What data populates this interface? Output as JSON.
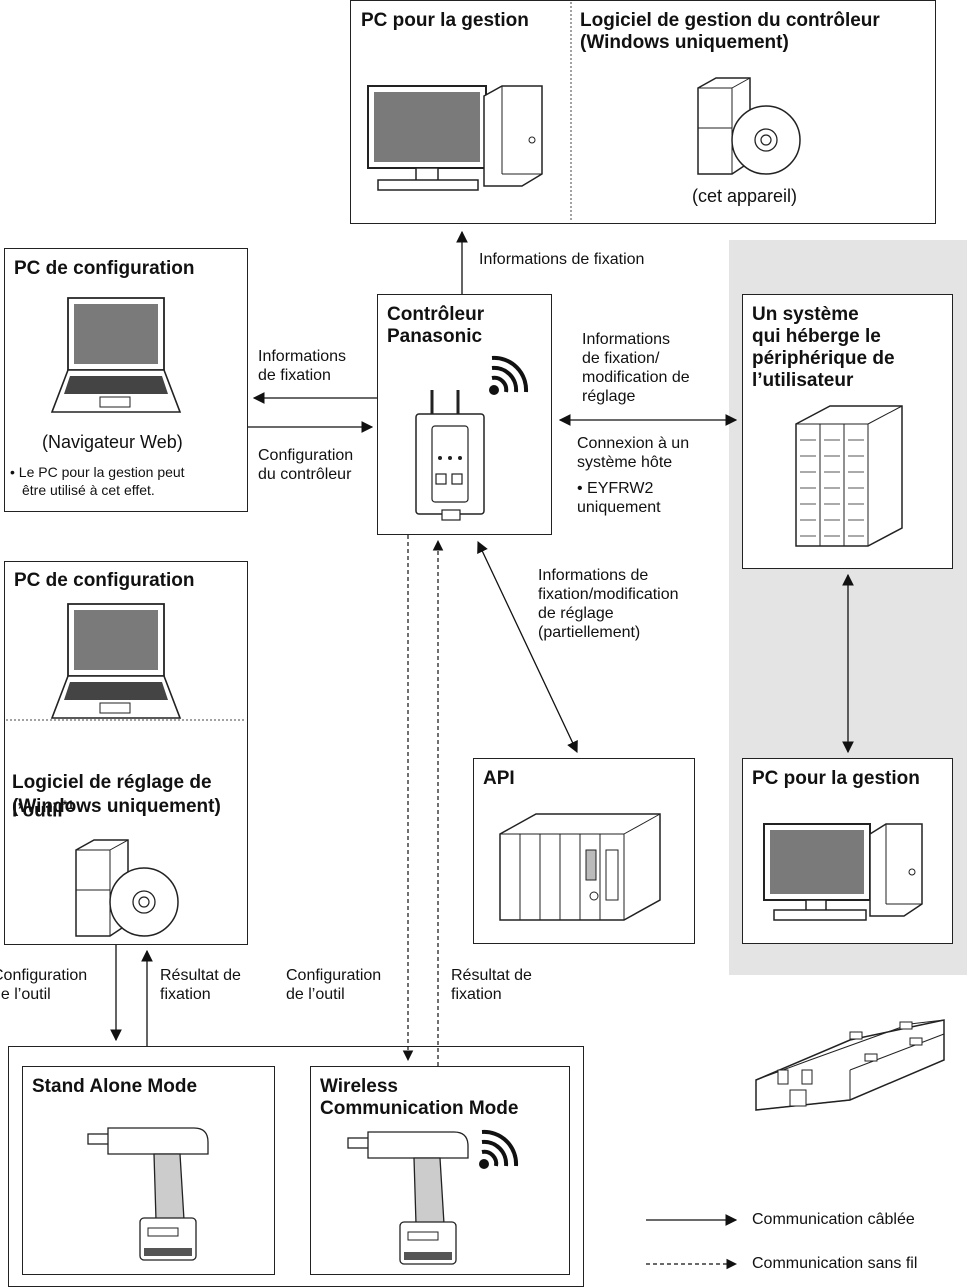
{
  "top_box": {
    "left_title": "PC pour la gestion",
    "right_title": "Logiciel de gestion du contrôleur\n(Windows uniquement)",
    "caption": "(cet appareil)"
  },
  "config_pc_top": {
    "title": "PC de configuration",
    "caption": "(Navigateur Web)",
    "note_line1": "Le PC pour la gestion peut",
    "note_line2": "être utilisé à cet effet."
  },
  "controller": {
    "title": "Contrôleur\nPanasonic"
  },
  "host_system": {
    "title": "Un système\nqui héberge le\npériphérique de\nl’utilisateur"
  },
  "config_pc_bottom": {
    "title": "PC de configuration",
    "software_title": "Logiciel de réglage de\nl’outil",
    "software_sup": "*1",
    "software_sub": "(Windows uniquement)"
  },
  "api_box": {
    "title": "API"
  },
  "mgmt_pc_right": {
    "title": "PC pour la gestion"
  },
  "tools": {
    "standalone_title": "Stand Alone Mode",
    "wireless_title": "Wireless\nCommunication Mode"
  },
  "labels": {
    "info_fix_top": "Informations de fixation",
    "info_fix_left": "Informations\nde fixation",
    "config_controller": "Configuration\ndu contrôleur",
    "info_modif_right": "Informations\nde fixation/\nmodification de\nréglage",
    "host_conn": "Connexion à un\nsystème hôte",
    "host_conn_bullet": "• EYFRW2\n   uniquement",
    "info_modif_partial": "Informations de\nfixation/modification\nde réglage\n(partiellement)",
    "cfg_tool_1": "Configuration\nde l’outil",
    "result_1": "Résultat de\nfixation",
    "cfg_tool_2": "Configuration\nde l’outil",
    "result_2": "Résultat de\nfixation"
  },
  "legend": {
    "wired": "Communication câblée",
    "wireless": "Communication sans fil"
  }
}
